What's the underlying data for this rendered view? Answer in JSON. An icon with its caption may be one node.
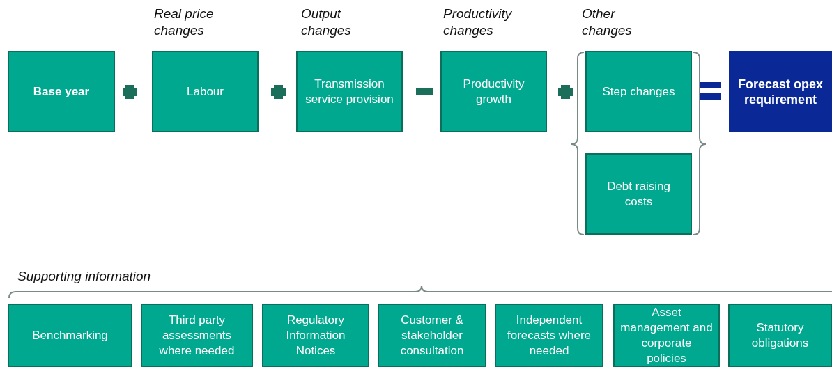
{
  "diagram": {
    "nodes": [
      {
        "text": [
          "Base year"
        ]
      },
      {
        "text": [
          "Labour"
        ]
      },
      {
        "text": [
          "Transmission service provision"
        ]
      },
      {
        "text": [
          "Productivity growth"
        ]
      },
      {
        "text": [
          "Step changes"
        ]
      },
      {
        "text": [
          "Debt raising costs"
        ]
      },
      {
        "text": [
          "Forecast opex requirement"
        ]
      },
      {
        "text": [
          "Benchmarking"
        ]
      },
      {
        "text": [
          "Third party assessments where needed"
        ]
      },
      {
        "text": [
          "Regulatory Information Notices"
        ]
      },
      {
        "text": [
          "Customer & stakeholder consultation"
        ]
      },
      {
        "text": [
          "Independent forecasts where needed"
        ]
      },
      {
        "text": [
          "Asset management and corporate policies"
        ]
      },
      {
        "text": [
          "Statutory obligations"
        ]
      }
    ],
    "labels": [
      "Real price changes",
      "Output changes",
      "Productivity changes",
      "Other changes",
      "Supporting information"
    ]
  }
}
